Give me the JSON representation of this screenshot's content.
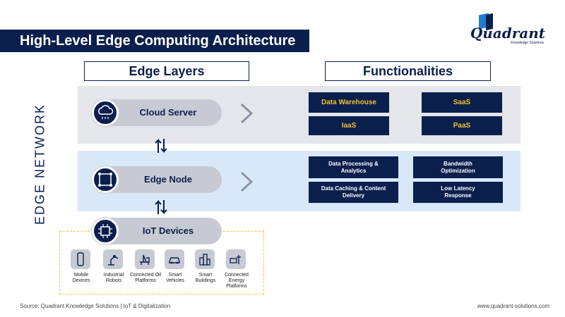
{
  "title": "High-Level Edge Computing Architecture",
  "logo": {
    "name": "Quadrant",
    "tagline": "Knowledge Solutions"
  },
  "headers": {
    "layers": "Edge Layers",
    "functionalities": "Functionalities"
  },
  "side_label": "EDGE NETWORK",
  "layers": {
    "cloud": "Cloud Server",
    "edge": "Edge Node",
    "iot": "IoT Devices"
  },
  "cloud_functions": [
    "Data Warehouse",
    "SaaS",
    "IaaS",
    "PaaS"
  ],
  "edge_functions": [
    "Data Processing & Analytics",
    "Bandwidth Optimization",
    "Data Caching & Content Delivery",
    "Low Latency Response"
  ],
  "devices": [
    {
      "label": "Mobile Devices",
      "icon": "mobile-icon"
    },
    {
      "label": "Industrial Robots",
      "icon": "robot-arm-icon"
    },
    {
      "label": "Connected Oil Platforms",
      "icon": "oil-platform-icon"
    },
    {
      "label": "Smart Vehicles",
      "icon": "car-icon"
    },
    {
      "label": "Smart Buildings",
      "icon": "buildings-icon"
    },
    {
      "label": "Connected Energy Platforms",
      "icon": "energy-icon"
    }
  ],
  "footer": {
    "source": "Source: Quadrant Knowledge Solutions | IoT & Digitalization",
    "url": "www.quadrant-solutions.com"
  },
  "colors": {
    "navy": "#0b1f4d",
    "gold": "#f2c230",
    "band_gray": "#e4e6eb",
    "band_blue": "#d9e8f8"
  }
}
